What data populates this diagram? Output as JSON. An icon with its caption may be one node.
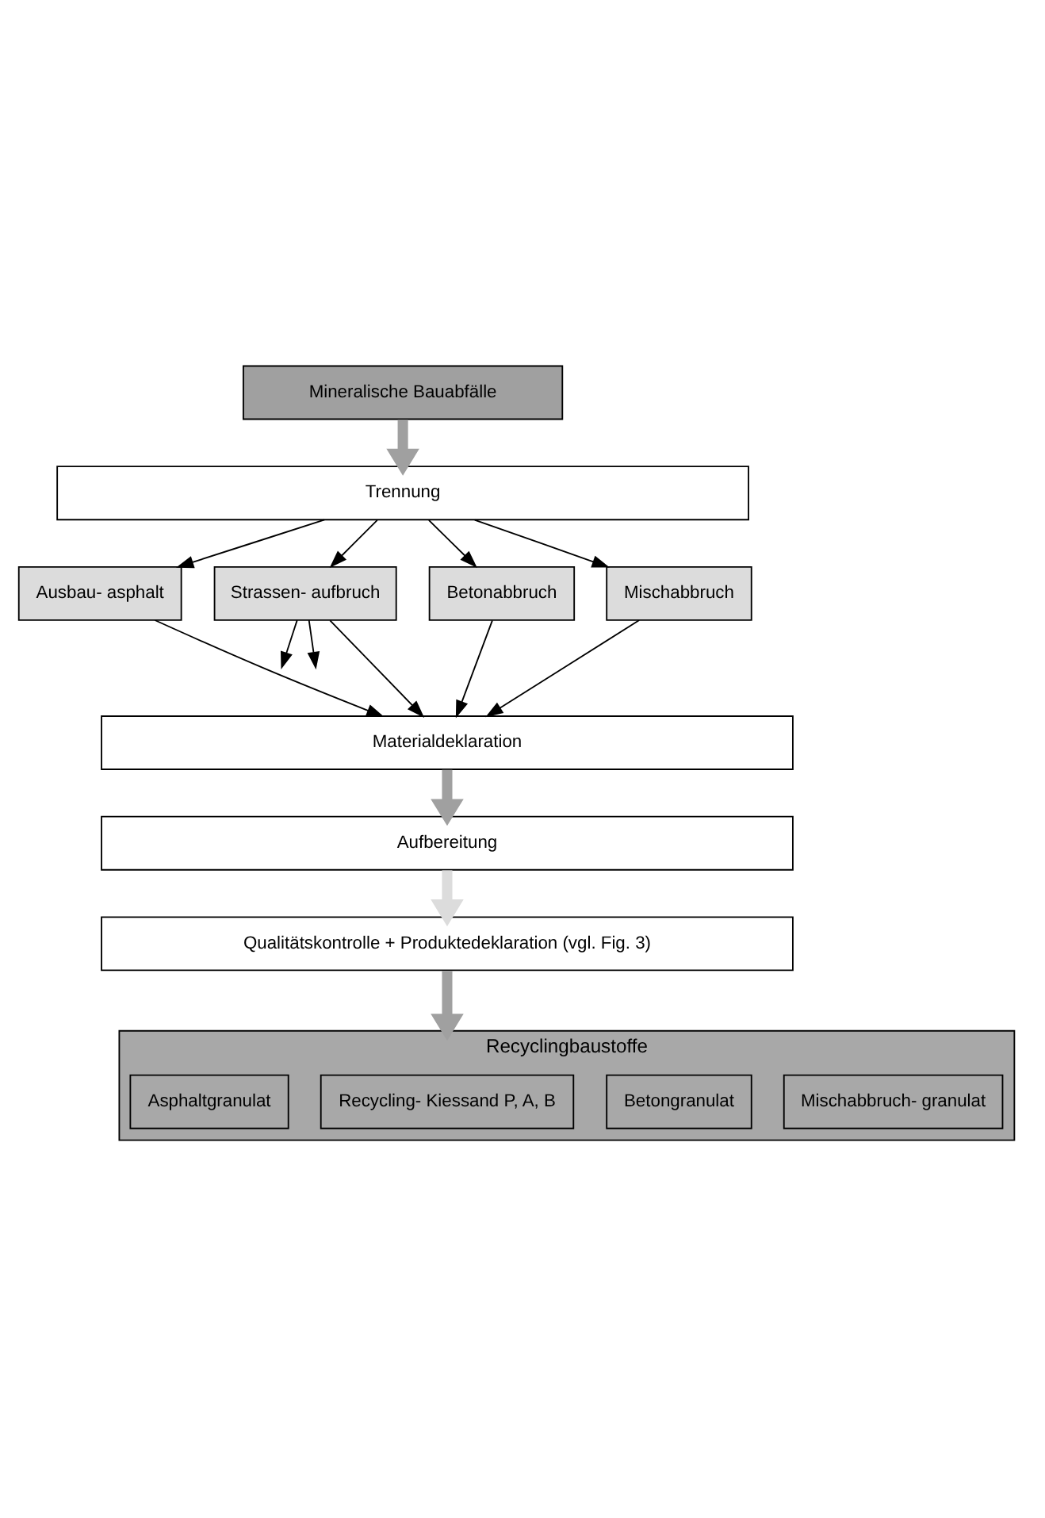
{
  "diagram": {
    "nodes": [
      {
        "text": [
          "Mineralische Bauabfälle"
        ]
      },
      {
        "text": [
          "Trennung"
        ]
      },
      {
        "text": [
          "Ausbau- asphalt"
        ]
      },
      {
        "text": [
          "Strassen- aufbruch"
        ]
      },
      {
        "text": [
          "Betonabbruch"
        ]
      },
      {
        "text": [
          "Mischabbruch"
        ]
      },
      {
        "text": [
          "Materialdeklaration"
        ]
      },
      {
        "text": [
          "Aufbereitung"
        ]
      },
      {
        "text": [
          "Qualitätskontrolle + Produktedeklaration (vgl. Fig. 3)"
        ]
      },
      {
        "text": [
          "Recyclingbaustoffe"
        ]
      },
      {
        "text": [
          "Asphaltgranulat"
        ],
        "in": 9
      },
      {
        "text": [
          "Recycling- Kiessand P, A, B"
        ],
        "in": 9
      },
      {
        "text": [
          "Betongranulat"
        ],
        "in": 9
      },
      {
        "text": [
          "Mischabbruch- granulat"
        ],
        "in": 9
      }
    ],
    "edges": [
      {
        "from": 0,
        "to": 1,
        "arrow": "to",
        "style": "thick",
        "color": "#a0a0a0"
      },
      {
        "from": 1,
        "to": 2,
        "arrow": "to"
      },
      {
        "from": 1,
        "to": 3,
        "arrow": "to"
      },
      {
        "from": 1,
        "to": 4,
        "arrow": "to"
      },
      {
        "from": 1,
        "to": 5,
        "arrow": "to"
      },
      {
        "from": 3,
        "to": null,
        "arrow": "to"
      },
      {
        "from": 3,
        "to": null,
        "arrow": "to"
      },
      {
        "from": 2,
        "to": 6,
        "arrow": "to"
      },
      {
        "from": 3,
        "to": 6,
        "arrow": "to"
      },
      {
        "from": 4,
        "to": 6,
        "arrow": "to"
      },
      {
        "from": 5,
        "to": 6,
        "arrow": "to"
      },
      {
        "from": 6,
        "to": 7,
        "arrow": "to",
        "style": "thick",
        "color": "#a0a0a0"
      },
      {
        "from": 7,
        "to": 8,
        "arrow": "to",
        "style": "thick",
        "color": "#dcdcdc"
      },
      {
        "from": 8,
        "to": 9,
        "arrow": "to",
        "style": "thick",
        "color": "#a0a0a0"
      }
    ]
  }
}
